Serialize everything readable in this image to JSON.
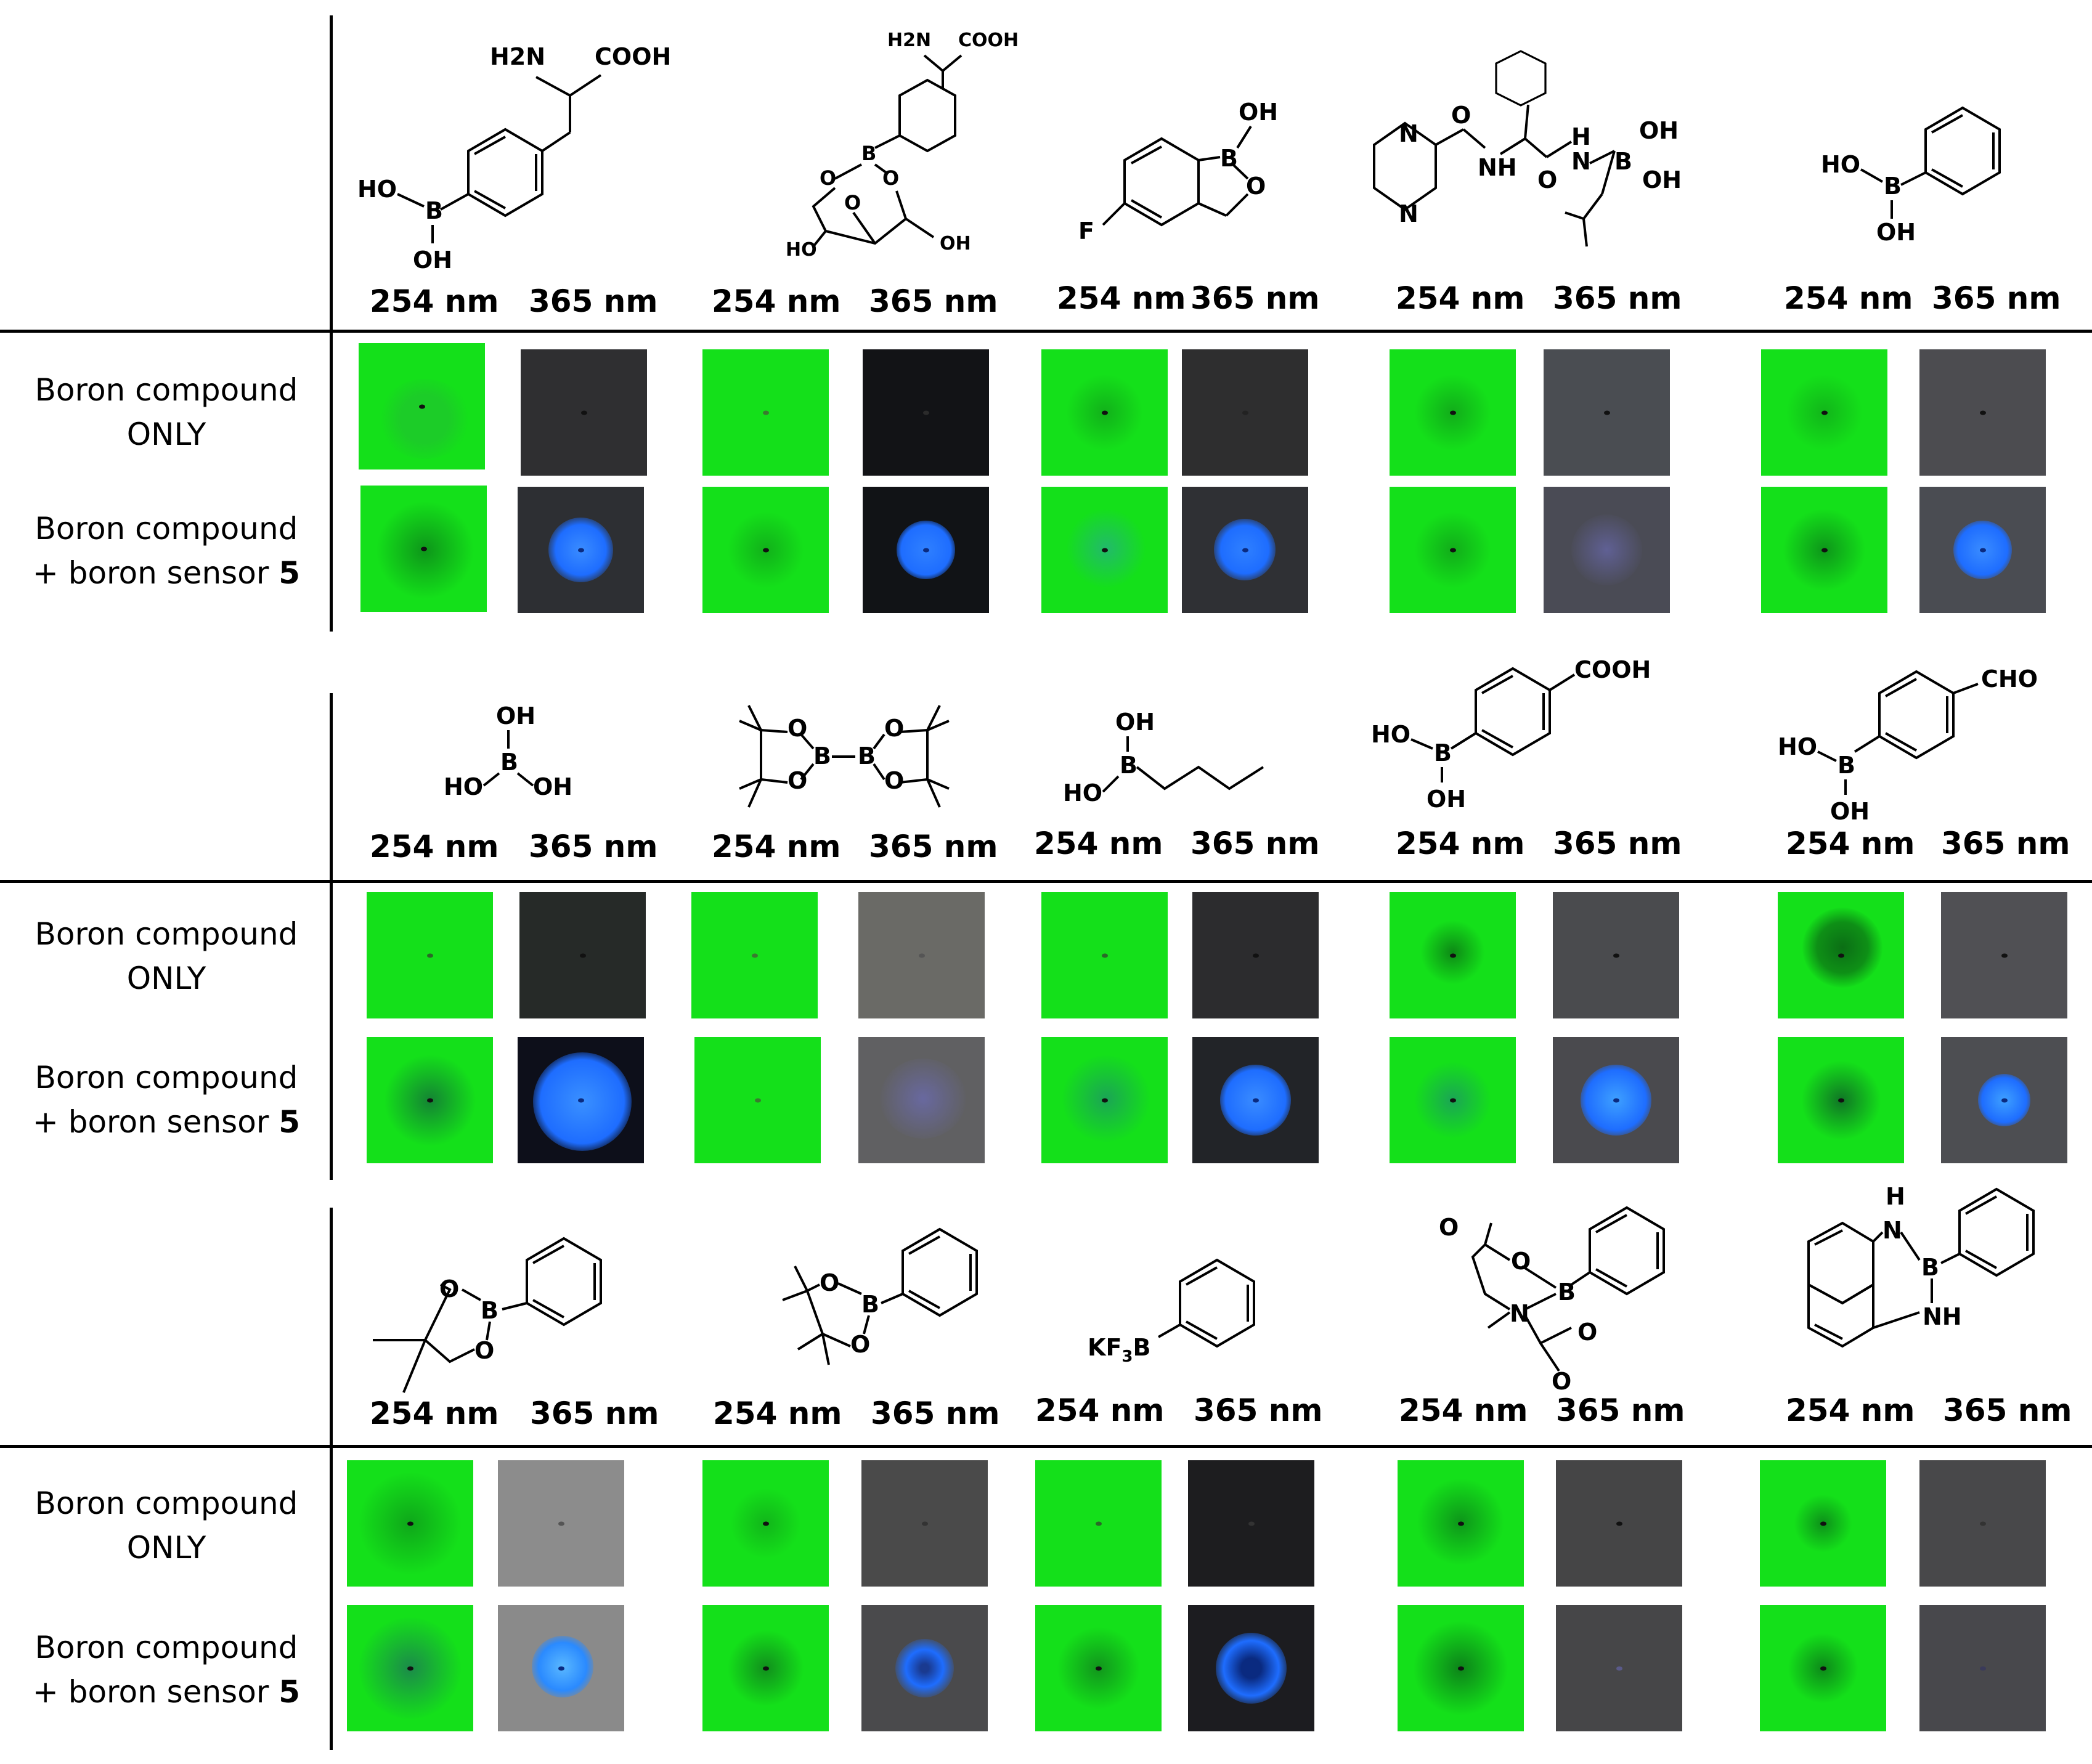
{
  "wavelengths": {
    "w254": "254 nm",
    "w365": "365 nm"
  },
  "row_labels": {
    "only_line1": "Boron compound",
    "only_line2": "ONLY",
    "sensor_line1": "Boron compound",
    "sensor_line2_prefix": "+ boron sensor ",
    "sensor_line2_bold": "5"
  },
  "structure_text": {
    "H2N": "H2N",
    "COOH": "COOH",
    "HO": "HO",
    "OH": "OH",
    "B": "B",
    "O": "O",
    "F": "F",
    "N": "N",
    "NH": "NH",
    "H": "H",
    "CHO": "CHO",
    "KF3B": "KF3B"
  },
  "colors": {
    "green_bg": "#14e01a",
    "blue_glow": "#1e6dff",
    "dark_bg": "#2c2c2e",
    "grey_bg": "#4c4c50"
  }
}
